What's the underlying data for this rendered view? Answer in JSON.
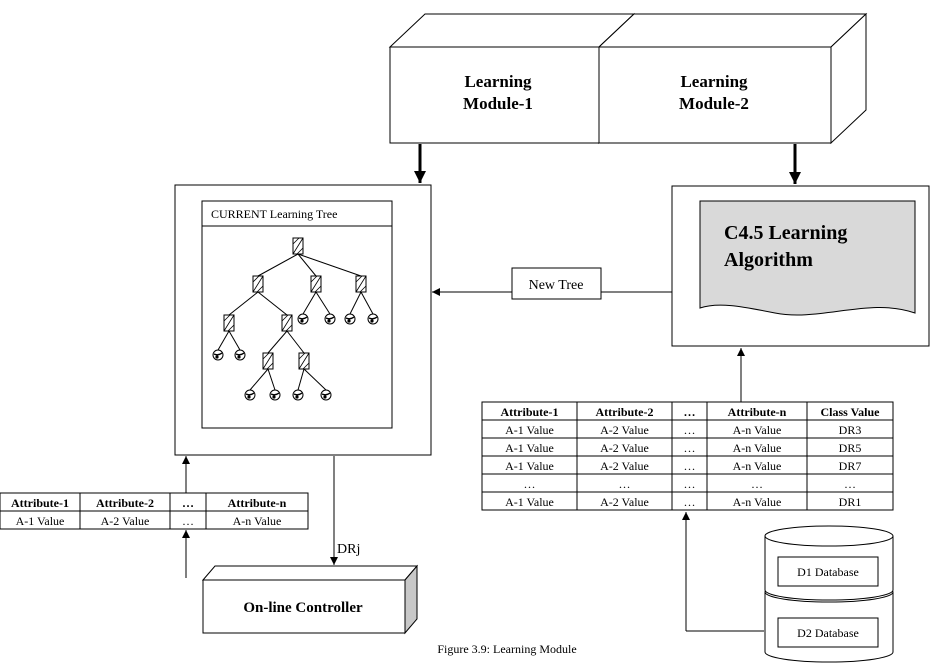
{
  "modules": {
    "module1": [
      "Learning",
      "Module-1"
    ],
    "module2": [
      "Learning",
      "Module-2"
    ]
  },
  "tree_box": {
    "title": "CURRENT Learning Tree"
  },
  "algorithm": [
    "C4.5 Learning",
    "Algorithm"
  ],
  "new_tree_label": "New Tree",
  "right_table": {
    "headers": [
      "Attribute-1",
      "Attribute-2",
      "…",
      "Attribute-n",
      "Class Value"
    ],
    "rows": [
      [
        "A-1 Value",
        "A-2 Value",
        "…",
        "A-n Value",
        "DR3"
      ],
      [
        "A-1 Value",
        "A-2 Value",
        "…",
        "A-n Value",
        "DR5"
      ],
      [
        "A-1 Value",
        "A-2 Value",
        "…",
        "A-n Value",
        "DR7"
      ],
      [
        "…",
        "…",
        "…",
        "…",
        "…"
      ],
      [
        "A-1 Value",
        "A-2 Value",
        "…",
        "A-n Value",
        "DR1"
      ]
    ]
  },
  "left_table": {
    "headers": [
      "Attribute-1",
      "Attribute-2",
      "…",
      "Attribute-n"
    ],
    "rows": [
      [
        "A-1 Value",
        "A-2 Value",
        "…",
        "A-n Value"
      ]
    ]
  },
  "drj_label": "DRj",
  "controller_label": "On-line Controller",
  "databases": [
    "D1 Database",
    "D2 Database"
  ],
  "caption": "Figure 3.9: Learning Module"
}
